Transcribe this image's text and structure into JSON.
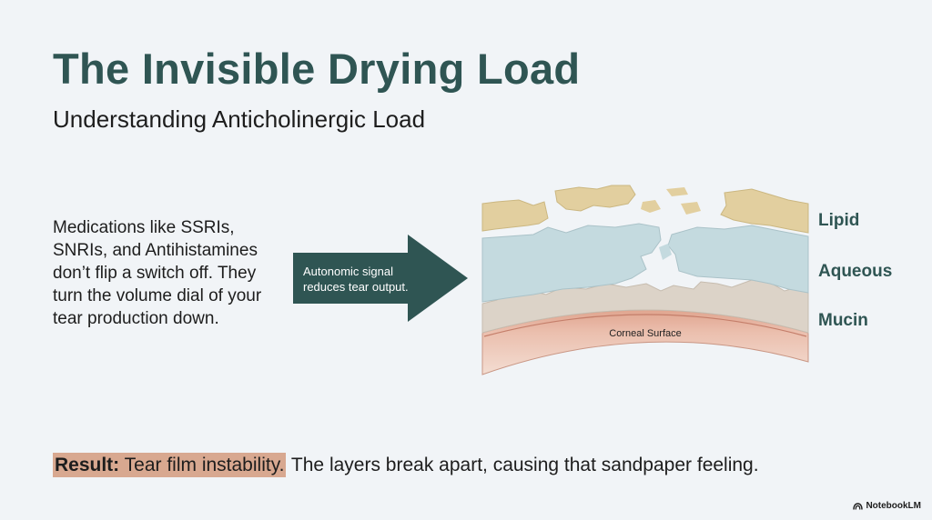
{
  "slide": {
    "title": "The Invisible Drying Load",
    "subtitle": "Understanding Anticholinergic Load",
    "body": "Medications like SSRIs, SNRIs, and Antihistamines don’t flip a switch off. They turn the volume dial of your tear production down.",
    "arrow_label": "Autonomic signal reduces tear output.",
    "result_label": "Result:",
    "result_highlight": " Tear film instability.",
    "result_rest": " The layers break apart, causing that sandpaper feeling."
  },
  "diagram": {
    "layers": {
      "lipid": "Lipid",
      "aqueous": "Aqueous",
      "mucin": "Mucin"
    },
    "cornea_label": "Corneal Surface",
    "colors": {
      "lipid": "#e2cf9f",
      "aqueous": "#c4dadf",
      "mucin": "#dcd3c8",
      "cornea_top": "#e0a58f",
      "cornea_bottom": "#f3ddd2",
      "arrow": "#2f5553"
    }
  },
  "brand": {
    "name": "NotebookLM",
    "icon": "notebooklm-logo-icon"
  }
}
